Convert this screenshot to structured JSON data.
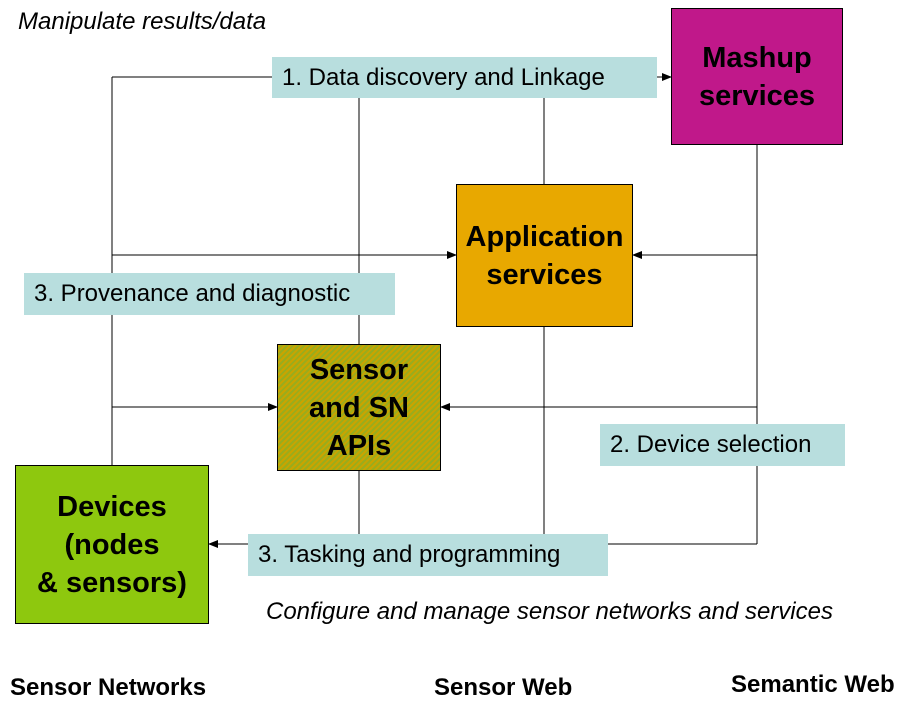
{
  "captions": {
    "top": "Manipulate results/data",
    "bottom": "Configure and manage sensor networks and services"
  },
  "boxes": {
    "mashup": {
      "lines": [
        "Mashup",
        "services"
      ],
      "color": "#c0188a"
    },
    "application": {
      "lines": [
        "Application",
        "services"
      ],
      "color": "#e8a800"
    },
    "sensor_apis": {
      "lines": [
        "Sensor",
        "and SN",
        "APIs"
      ],
      "color": "#b8aa10"
    },
    "devices": {
      "lines": [
        "Devices",
        "(nodes",
        "& sensors)"
      ],
      "color": "#8ec80e"
    }
  },
  "labels": {
    "discovery": "1. Data discovery and Linkage",
    "provenance": "3. Provenance and diagnostic",
    "device_selection": "2. Device selection",
    "tasking": "3. Tasking and programming"
  },
  "footer": {
    "sensor_networks": "Sensor Networks",
    "sensor_web": "Sensor Web",
    "semantic_web": "Semantic Web"
  },
  "colors": {
    "label_background": "#b8dede"
  }
}
